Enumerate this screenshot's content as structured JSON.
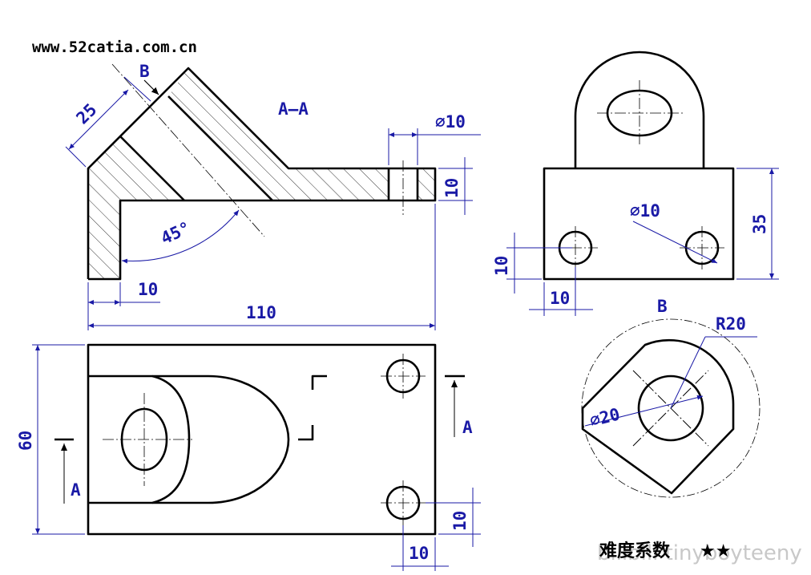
{
  "website": "www.52catia.com.cn",
  "section_label": "A—A",
  "view_label_b": "B",
  "dims": {
    "d25": "25",
    "angle45": "45°",
    "d10_bottom_left": "10",
    "d110": "110",
    "dia10_top": "∅10",
    "d10_slot": "10",
    "dia10_right": "∅10",
    "d35": "35",
    "d10_side_v": "10",
    "d10_side_h": "10",
    "r20": "R20",
    "dia20": "∅20",
    "d60": "60",
    "d10_plan_v": "10",
    "d10_plan_h": "10"
  },
  "section_marks": {
    "left": "A",
    "right": "A"
  },
  "difficulty": {
    "label": "难度系数",
    "stars": "★★"
  },
  "watermark": "bilibili tinyboyteeny"
}
